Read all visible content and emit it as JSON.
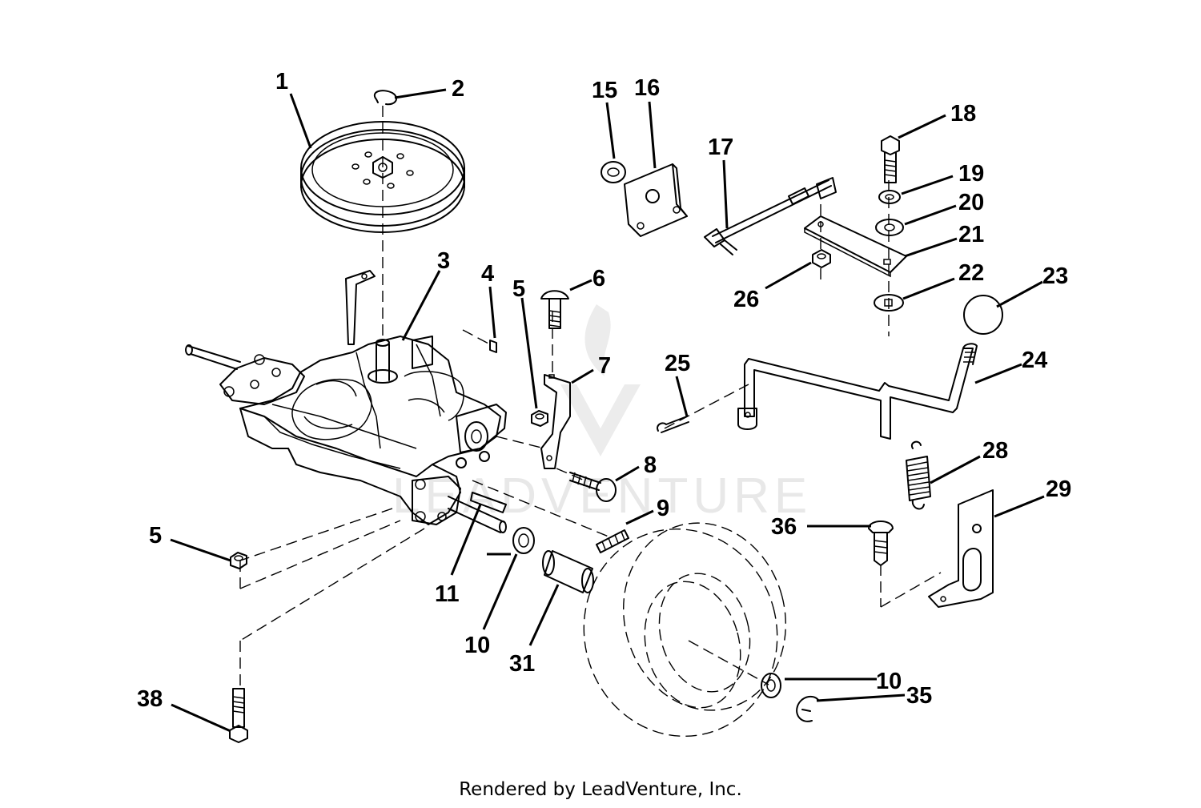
{
  "watermark": "LEADVENTURE",
  "caption": "Rendered by LeadVenture, Inc.",
  "callouts": [
    "1",
    "2",
    "3",
    "4",
    "5",
    "5",
    "6",
    "7",
    "8",
    "9",
    "10",
    "10",
    "11",
    "15",
    "16",
    "17",
    "18",
    "19",
    "20",
    "21",
    "22",
    "23",
    "24",
    "25",
    "26",
    "28",
    "29",
    "31",
    "35",
    "36",
    "38"
  ]
}
